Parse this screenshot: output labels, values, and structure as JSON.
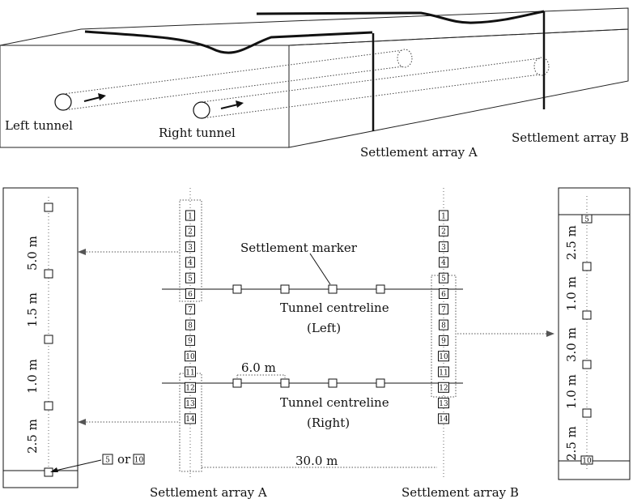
{
  "labels": {
    "left_tunnel": "Left tunnel",
    "right_tunnel": "Right tunnel",
    "settlement_array_a_3d": "Settlement array A",
    "settlement_array_b_3d": "Settlement array B",
    "settlement_marker": "Settlement marker",
    "centreline_left_1": "Tunnel centreline",
    "centreline_left_2": "(Left)",
    "centreline_right_1": "Tunnel centreline",
    "centreline_right_2": "(Right)",
    "spacing_6": "6.0 m",
    "spacing_30": "30.0 m",
    "settlement_array_a": "Settlement array A",
    "settlement_array_b": "Settlement array B",
    "or_text": "or"
  },
  "markers": [
    "1",
    "2",
    "3",
    "4",
    "5",
    "6",
    "7",
    "8",
    "9",
    "10",
    "11",
    "12",
    "13",
    "14"
  ],
  "left_detail": {
    "dimensions": [
      "5.0 m",
      "1.5 m",
      "1.0 m",
      "2.5 m"
    ],
    "legend_a": "5",
    "legend_b": "10"
  },
  "right_detail": {
    "dimensions": [
      "2.5 m",
      "1.0 m",
      "3.0 m",
      "1.0 m",
      "2.5 m"
    ],
    "top_marker": "5",
    "bottom_marker": "10"
  }
}
